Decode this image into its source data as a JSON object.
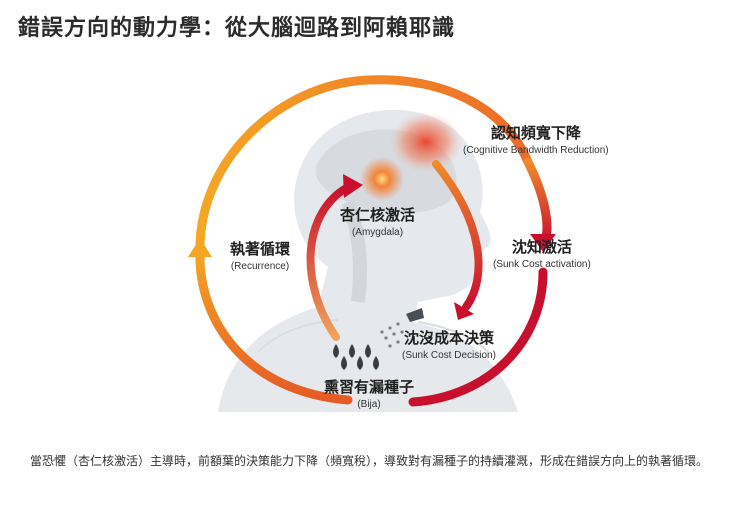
{
  "title": "錯誤方向的動力學：從大腦迴路到阿賴耶識",
  "nodes": {
    "bandwidth": {
      "zh": "認知頻寬下降",
      "en": "(Cognitive Bandwidth Reduction)"
    },
    "sunk_activation": {
      "zh": "沈知激活",
      "en": "(Sunk Cost activation)"
    },
    "amygdala": {
      "zh": "杏仁核激活",
      "en": "(Amygdala)"
    },
    "recurrence": {
      "zh": "執著循環",
      "en": "(Recurrence)"
    },
    "decision": {
      "zh": "沈沒成本決策",
      "en": "(Sunk Cost Decision)"
    },
    "bija": {
      "zh": "熏習有漏種子",
      "en": "(Bija)"
    }
  },
  "colors": {
    "outer_arrow_start": "#f5a623",
    "outer_arrow_mid": "#ee6a2a",
    "outer_arrow_end": "#c8102e",
    "inner_arrow": "#d9302c",
    "head_silhouette": "#d8dbe0",
    "brain_glow": "#f26b3a"
  },
  "caption": "當恐懼（杏仁核激活）主導時，前額葉的決策能力下降（頻寬稅），導致對有漏種子的持續灌溉，形成在錯誤方向上的執著循環。"
}
